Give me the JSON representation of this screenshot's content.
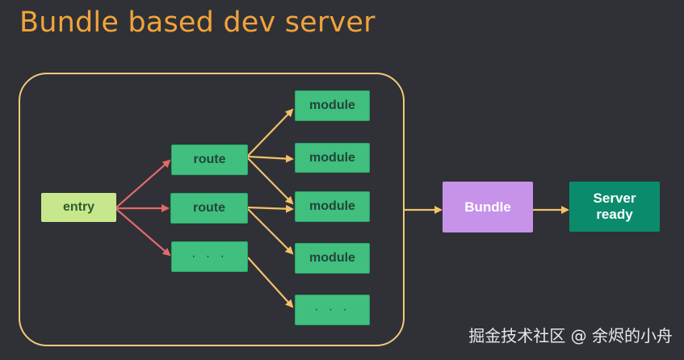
{
  "title": "Bundle based dev server",
  "nodes": {
    "entry": "entry",
    "route_1": "route",
    "route_2": "route",
    "route_ellipsis": "· · ·",
    "module_1": "module",
    "module_2": "module",
    "module_3": "module",
    "module_4": "module",
    "module_ellipsis": "· · ·",
    "bundle": "Bundle",
    "server_line1": "Server",
    "server_line2": "ready"
  },
  "watermark": "掘金技术社区 @ 余烬的小舟",
  "colors": {
    "background": "#2f3136",
    "title": "#f2a33a",
    "container_border": "#f4c97a",
    "entry": "#c7e78c",
    "module": "#41bf7e",
    "bundle": "#c792ea",
    "server": "#0a8c6c",
    "red_arrow": "#e06a6a",
    "orange_arrow": "#f4c06a"
  }
}
